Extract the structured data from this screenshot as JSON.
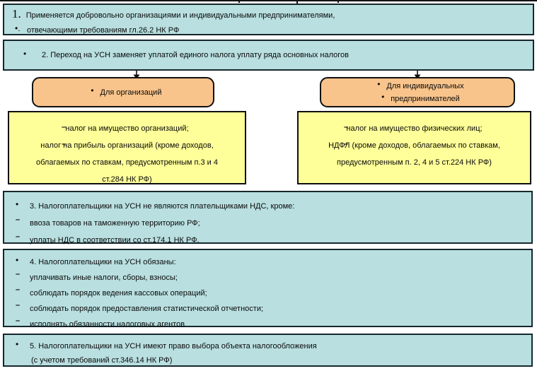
{
  "colors": {
    "cyan_fill": "#b9dfe0",
    "orange_fill": "#f9c48b",
    "yellow_fill": "#ffff99",
    "border": "#101010"
  },
  "box1": {
    "number": "1.",
    "line1": "Применяется добровольно организациями и индивидуальными предпринимателями,",
    "marker2": "•.",
    "line2": "отвечающими требованиям гл.26.2 НК РФ"
  },
  "box2": {
    "marker": "•",
    "text": "2. Переход на УСН заменяет уплатой единого налога уплату ряда основных налогов"
  },
  "branches": {
    "organizations": {
      "marker": "•",
      "label": "Для организаций",
      "taxes": {
        "items": [
          {
            "marker": "–",
            "text": "налог на имущество организаций;"
          },
          {
            "marker": "–",
            "text": "налог на прибыль организаций (кроме доходов, облагаемых по ставкам, предусмотренным п.3 и 4 ст.284 НК РФ)"
          }
        ]
      }
    },
    "entrepreneurs": {
      "lines": [
        {
          "marker": "•",
          "text": "Для индивидуальных"
        },
        {
          "marker": "•",
          "text": "предпринимателей"
        }
      ],
      "taxes": {
        "items": [
          {
            "marker": "–",
            "text": "налог на имущество физических лиц;"
          },
          {
            "marker": "–",
            "text": "НДФЛ (кроме доходов, облагаемых по ставкам, предусмотренным п. 2, 4 и 5 ст.224 НК РФ)"
          }
        ]
      }
    }
  },
  "box3": {
    "marker": "•",
    "title": "3. Налогоплательщики на УСН не являются плательщиками НДС, кроме:",
    "items": [
      {
        "marker": "–",
        "text": "ввоза товаров  на таможенную территорию РФ;"
      },
      {
        "marker": "–",
        "text": "уплаты НДС в  соответствии со ст.174.1 НК РФ."
      }
    ]
  },
  "box4": {
    "marker": "•",
    "title": "4. Налогоплательщики на УСН обязаны:",
    "items": [
      {
        "marker": "–",
        "text": "уплачивать иные налоги, сборы, взносы;"
      },
      {
        "marker": "–",
        "text": "соблюдать порядок ведения кассовых операций;"
      },
      {
        "marker": "–",
        "text": "соблюдать порядок предоставления статистической отчетности;"
      },
      {
        "marker": "–",
        "text": "исполнять обязанности налоговых агентов"
      }
    ]
  },
  "box5": {
    "marker": "•",
    "line1": "5. Налогоплательщики на УСН имеют право выбора объекта налогообложения",
    "line2": "(с учетом требований ст.346.14 НК РФ)"
  }
}
